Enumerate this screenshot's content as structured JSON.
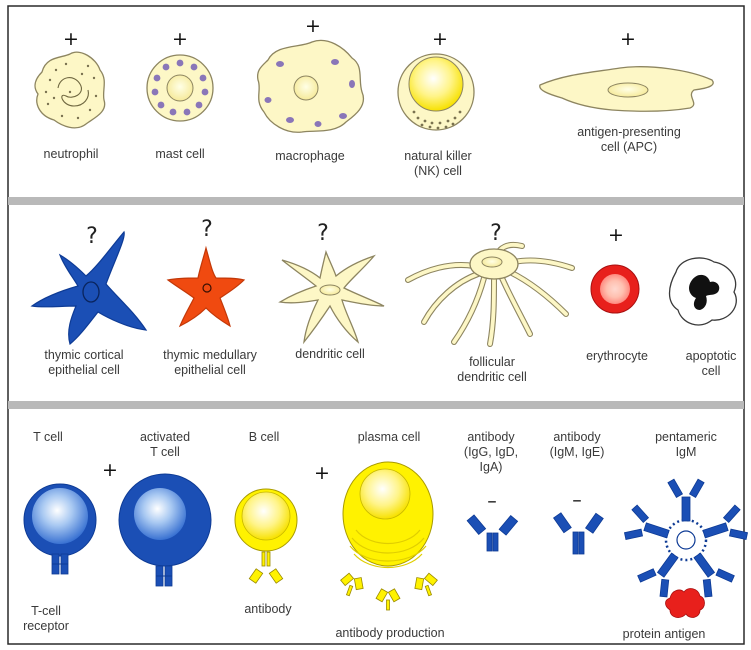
{
  "panel1": {
    "cells": [
      {
        "name": "neutrophil",
        "label": [
          "neutrophil"
        ],
        "marker": "+"
      },
      {
        "name": "mast-cell",
        "label": [
          "mast cell"
        ],
        "marker": "+"
      },
      {
        "name": "macrophage",
        "label": [
          "macrophage"
        ],
        "marker": "+"
      },
      {
        "name": "natural-killer-cell",
        "label": [
          "natural killer",
          "(NK) cell"
        ],
        "marker": "+"
      },
      {
        "name": "antigen-presenting-cell",
        "label": [
          "antigen-presenting",
          "cell (APC)"
        ],
        "marker": "+"
      }
    ]
  },
  "panel2": {
    "cells": [
      {
        "name": "thymic-cortical-epithelial-cell",
        "label": [
          "thymic cortical",
          "epithelial cell"
        ],
        "marker": "?"
      },
      {
        "name": "thymic-medullary-epithelial-cell",
        "label": [
          "thymic medullary",
          "epithelial cell"
        ],
        "marker": "?"
      },
      {
        "name": "dendritic-cell",
        "label": [
          "dendritic cell"
        ],
        "marker": "?"
      },
      {
        "name": "follicular-dendritic-cell",
        "label": [
          "follicular",
          "dendritic cell"
        ],
        "marker": "?"
      },
      {
        "name": "erythrocyte",
        "label": [
          "erythrocyte"
        ],
        "marker": "+"
      },
      {
        "name": "apoptotic-cell",
        "label": [
          "apoptotic",
          "cell"
        ],
        "marker": ""
      }
    ]
  },
  "panel3": {
    "t_cell": {
      "top_label": [
        "T cell"
      ],
      "bottom_label": [
        "T-cell",
        "receptor"
      ]
    },
    "activated_t_cell": {
      "top_label": [
        "activated",
        "T cell"
      ]
    },
    "b_cell": {
      "top_label": [
        "B cell"
      ],
      "bottom_label": [
        "antibody"
      ]
    },
    "plasma_cell": {
      "top_label": [
        "plasma cell"
      ],
      "bottom_label": [
        "antibody production"
      ]
    },
    "antibody_igg": {
      "top_label": [
        "antibody",
        "(IgG, IgD,",
        "IgA)"
      ],
      "marker": "–"
    },
    "antibody_igm": {
      "top_label": [
        "antibody",
        "(IgM, IgE)"
      ],
      "marker": "–"
    },
    "pentameric_igm": {
      "top_label": [
        "pentameric",
        "IgM"
      ],
      "bottom_label": [
        "protein antigen"
      ]
    },
    "markers": {
      "between_t_cells": "+",
      "between_b_plasma": "+"
    }
  },
  "colors": {
    "cream_fill": "#fdf7c6",
    "cell_outline": "#888060",
    "granule": "#8a76b8",
    "blue": "#1b4fb5",
    "blue_dark": "#0e3b95",
    "orange": "#f04a10",
    "red": "#e8201c",
    "yellow": "#fff200",
    "black": "#000000"
  }
}
